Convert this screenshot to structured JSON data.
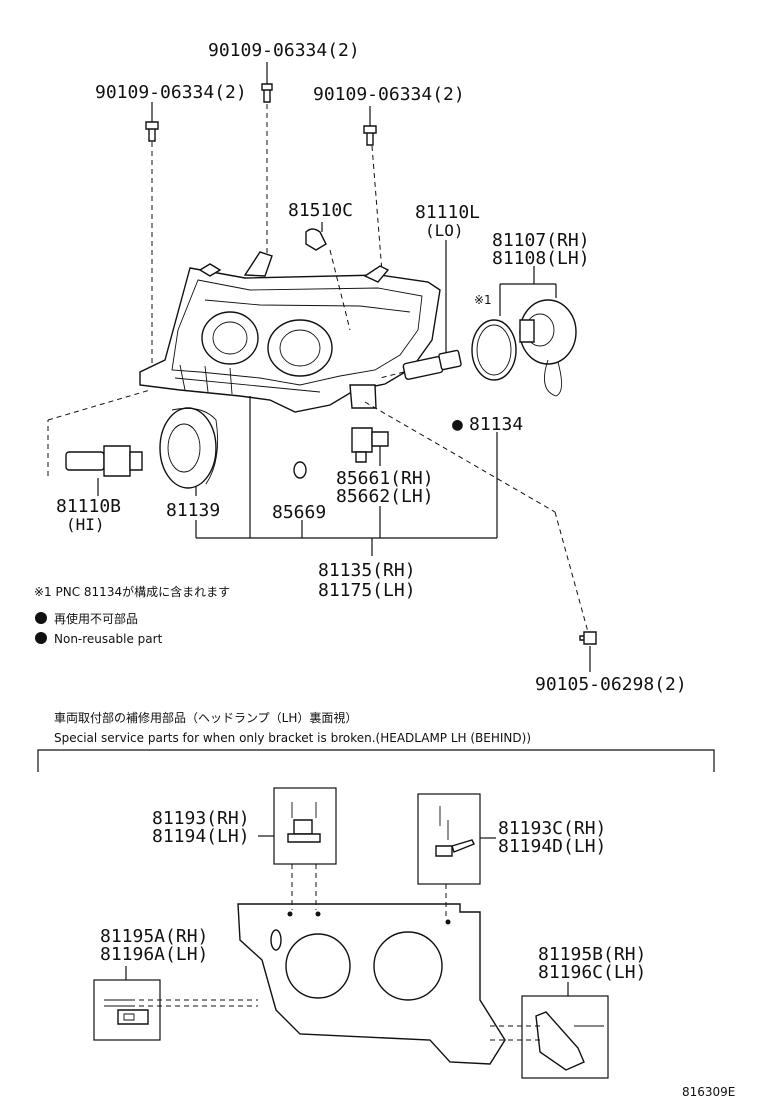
{
  "upper": {
    "screw_top": "90109-06334(2)",
    "screw_left": "90109-06334(2)",
    "screw_right": "90109-06334(2)",
    "bulb_c": "81510C",
    "lo_bulb": "81110L",
    "lo_tag": "(LO)",
    "cover_rh": "81107(RH)",
    "cover_lh": "81108(LH)",
    "mark1": "※1",
    "gasket_mark": "●",
    "gasket": "81134",
    "hi_bulb": "81110B",
    "hi_tag": "(HI)",
    "lens": "81139",
    "oring": "85669",
    "actuator_rh": "85661(RH)",
    "actuator_lh": "85662(LH)",
    "assy_rh": "81135(RH)",
    "assy_lh": "81175(LH)",
    "bolt": "90105-06298(2)"
  },
  "notes": {
    "pnc_note": "※1 PNC 81134が構成に含まれます",
    "nonreuse_jp": "再使用不可部品",
    "nonreuse_en": "Non-reusable part"
  },
  "lower": {
    "title_jp": "車両取付部の補修用部品（ヘッドランプ（LH）裏面視）",
    "title_en": "Special service parts for when only bracket is broken.(HEADLAMP LH (BEHIND))",
    "b1_rh": "81193(RH)",
    "b1_lh": "81194(LH)",
    "b2_rh": "81193C(RH)",
    "b2_lh": "81194D(LH)",
    "b3_rh": "81195A(RH)",
    "b3_lh": "81196A(LH)",
    "b4_rh": "81195B(RH)",
    "b4_lh": "81196C(LH)"
  },
  "footer": {
    "code": "816309E"
  }
}
